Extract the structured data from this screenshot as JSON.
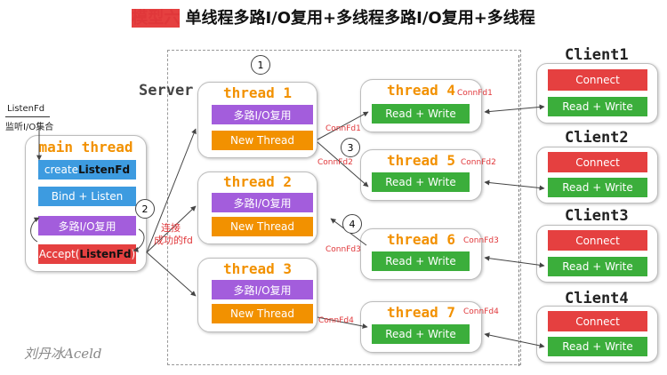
{
  "title": {
    "model": "模型六",
    "rest": " 单线程多路I/O复用+多线程多路I/O复用+多线程"
  },
  "server_label": "Server",
  "listen": {
    "fd": "ListenFd",
    "set": "监听I/O集合"
  },
  "main_thread": {
    "title": "main thread",
    "create_prefix": "create ",
    "create_fd": "ListenFd",
    "bind": "Bind + Listen",
    "mux": "多路I/O复用",
    "accept_prefix": "Accept(",
    "accept_fd": "ListenFd",
    "accept_suffix": ")"
  },
  "threads_left": [
    {
      "title": "thread 1",
      "mux": "多路I/O复用",
      "new": "New Thread"
    },
    {
      "title": "thread 2",
      "mux": "多路I/O复用",
      "new": "New Thread"
    },
    {
      "title": "thread 3",
      "mux": "多路I/O复用",
      "new": "New Thread"
    }
  ],
  "threads_right": [
    {
      "title": "thread 4",
      "rw": "Read + Write"
    },
    {
      "title": "thread 5",
      "rw": "Read + Write"
    },
    {
      "title": "thread 6",
      "rw": "Read + Write"
    },
    {
      "title": "thread 7",
      "rw": "Read + Write"
    }
  ],
  "clients": [
    {
      "name": "Client1",
      "connect": "Connect",
      "rw": "Read + Write"
    },
    {
      "name": "Client2",
      "connect": "Connect",
      "rw": "Read + Write"
    },
    {
      "name": "Client3",
      "connect": "Connect",
      "rw": "Read + Write"
    },
    {
      "name": "Client4",
      "connect": "Connect",
      "rw": "Read + Write"
    }
  ],
  "conn_labels": {
    "c1a": "ConnFd1",
    "c1b": "ConnFd1",
    "c2a": "ConnFd2",
    "c2b": "ConnFd2",
    "c3a": "ConnFd3",
    "c3b": "ConnFd3",
    "c4a": "ConnFd4",
    "c4b": "ConnFd4"
  },
  "success_fd": {
    "line1": "连接",
    "line2": "成功的fd"
  },
  "steps": [
    "1",
    "2",
    "3",
    "4"
  ],
  "watermark": "刘丹冰Aceld",
  "colors": {
    "title_red": "#e0373a",
    "header_orange": "#f29100",
    "purple": "#a35ddc",
    "green": "#3bae3b",
    "red": "#e54040",
    "blue": "#3d9be0"
  }
}
